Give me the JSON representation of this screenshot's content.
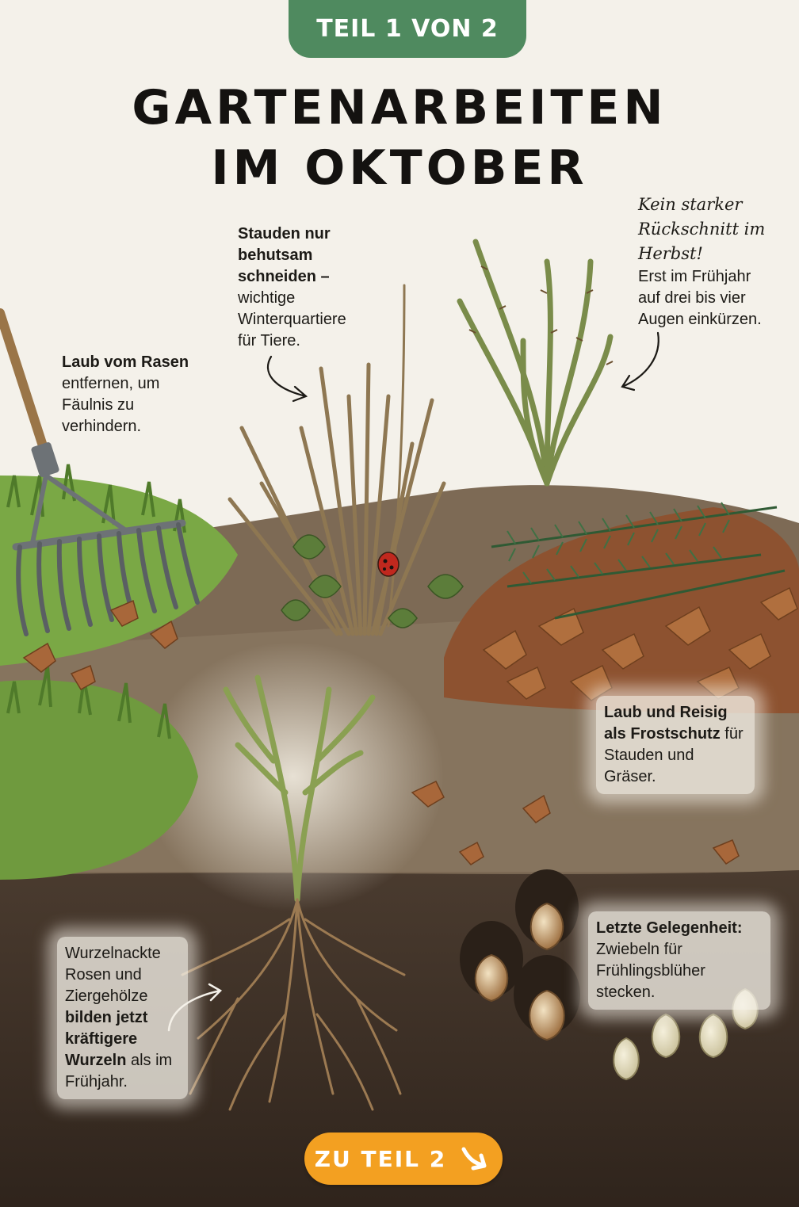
{
  "header": {
    "part_badge": "TEIL 1 VON 2",
    "title_line1": "GARTENARBEITEN",
    "title_line2": "IM OKTOBER"
  },
  "notes": {
    "lawn": {
      "bold": "Laub vom Rasen",
      "rest": "entfernen, um Fäulnis zu verhindern."
    },
    "perennials": {
      "bold": "Stauden nur behutsam schneiden –",
      "rest": "wichtige Winterquartiere für Tiere."
    },
    "roses_cut": {
      "hand": "Kein starker Rückschnitt im Herbst!",
      "rest": "Erst im Frühjahr auf drei bis vier Augen einkürzen."
    },
    "frost": {
      "bold": "Laub und Reisig als Frostschutz",
      "rest": "für Stauden und Gräser."
    },
    "bulbs": {
      "bold": "Letzte Gelegenheit:",
      "rest": "Zwiebeln für Frühlingsblüher stecken."
    },
    "bare_root": {
      "rest1": "Wurzelnackte Rosen und Ziergehölze",
      "bold": "bilden jetzt kräftigere Wurzeln",
      "rest2": "als im Frühjahr."
    }
  },
  "footer": {
    "next_label": "ZU TEIL 2",
    "next_icon": "arrow-down-right-icon"
  },
  "colors": {
    "badge_green": "#4f8a5f",
    "button_orange": "#f3a021",
    "background": "#f4f1ea"
  }
}
